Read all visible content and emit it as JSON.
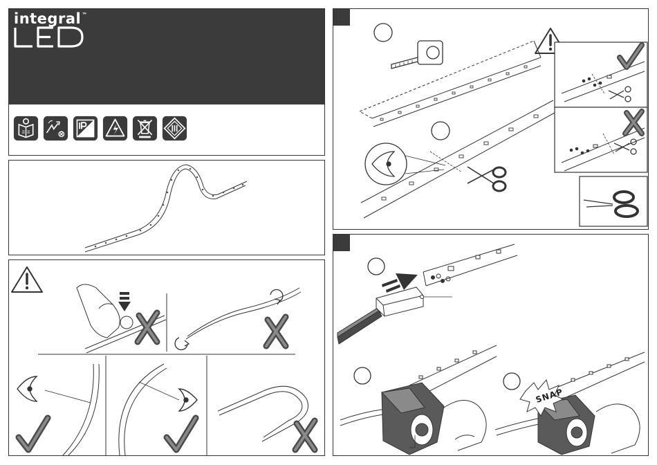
{
  "brand": {
    "word": "integral",
    "trademark": "™",
    "product": "LED",
    "header_color": "#3b3b3b"
  },
  "snap_text": "SNAP",
  "icons": [
    "read-manual-icon",
    "electric-shock-caution-icon",
    "ip-rating-icon",
    "high-voltage-warning-icon",
    "weee-crossed-bin-icon",
    "class-iii-icon"
  ]
}
